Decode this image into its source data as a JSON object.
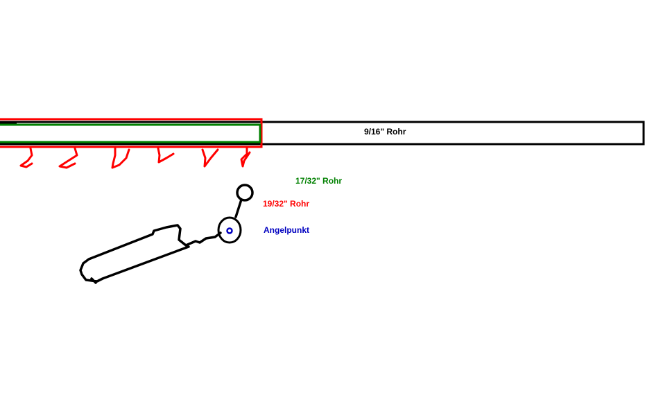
{
  "labels": {
    "outer_tube": "9/16\" Rohr",
    "inner_tube": "17/32\" Rohr",
    "middle_tube": "19/32\" Rohr",
    "pivot": "Angelpunkt"
  },
  "colors": {
    "outer_tube": "#000000",
    "inner_tube": "#008000",
    "middle_tube": "#ff0000",
    "pivot": "#0000c0",
    "background": "#ffffff"
  }
}
